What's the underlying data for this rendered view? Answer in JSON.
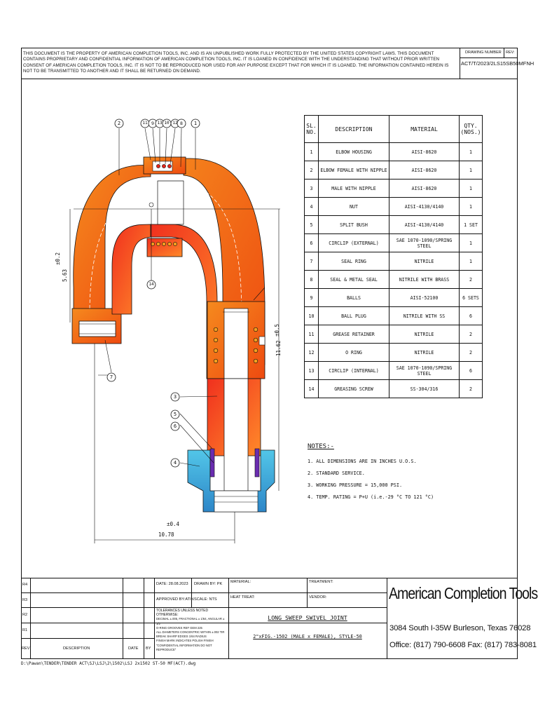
{
  "header": {
    "notice": "THIS DOCUMENT IS THE PROPERTY OF AMERICAN COMPLETION TOOLS, INC. AND IS AN UNPUBLISHED WORK FULLY PROTECTED BY THE UNITED STATES COPYRIGHT LAWS. THIS DOCUMENT CONTAINS PROPRIETARY AND CONFIDENTIAL INFORMATION OF AMERICAN COMPLETION TOOLS, INC. IT IS LOANED IN CONFIDENCE WITH THE UNDERSTANDING THAT WITHOUT PRIOR WRITTEN CONSENT OF AMERICAN COMPLETION TOOLS, INC. IT IS NOT TO BE REPRODUCED NOR USED FOR ANY PURPOSE EXCEPT THAT FOR WHICH IT IS LOANED. THE INFORMATION CONTAINED HEREIN IS NOT TO BE TRANSMITTED TO ANOTHER AND IT SHALL BE RETURNED ON DEMAND.",
    "drawing_number_label": "DRAWING NUMBER",
    "rev_label": "REV:",
    "drawing_number": "ACT/T/2023/2LS15SB50MFNH"
  },
  "balloons": [
    "2",
    "11",
    "9",
    "13",
    "10",
    "12",
    "8",
    "1",
    "14",
    "7",
    "3",
    "5",
    "6",
    "4"
  ],
  "dimensions": {
    "left_tol": "±0.2",
    "left_val": "5.63",
    "right_tol": "±0.5",
    "right_val": "11.62",
    "bottom_tol": "±0.4",
    "bottom_val": "10.78"
  },
  "parts_table": {
    "headers": [
      "SL. NO.",
      "DESCRIPTION",
      "MATERIAL",
      "QTY. (NOS.)"
    ],
    "rows": [
      [
        "1",
        "ELBOW HOUSING",
        "AISI-8620",
        "1"
      ],
      [
        "2",
        "ELBOW FEMALE WITH NIPPLE",
        "AISI-8620",
        "1"
      ],
      [
        "3",
        "MALE WITH NIPPLE",
        "AISI-8620",
        "1"
      ],
      [
        "4",
        "NUT",
        "AISI-4130/4140",
        "1"
      ],
      [
        "5",
        "SPLIT BUSH",
        "AISI-4130/4140",
        "1 SET"
      ],
      [
        "6",
        "CIRCLIP (EXTERNAL)",
        "SAE 1070-1090/SPRING STEEL",
        "1"
      ],
      [
        "7",
        "SEAL RING",
        "NITRILE",
        "1"
      ],
      [
        "8",
        "SEAL & METAL SEAL",
        "NITRILE WITH BRASS",
        "2"
      ],
      [
        "9",
        "BALLS",
        "AISI-52100",
        "6 SETS"
      ],
      [
        "10",
        "BALL PLUG",
        "NITRILE WITH SS",
        "6"
      ],
      [
        "11",
        "GREASE RETAINER",
        "NITRILE",
        "2"
      ],
      [
        "12",
        "O RING",
        "NITRILE",
        "2"
      ],
      [
        "13",
        "CIRCLIP (INTERNAL)",
        "SAE 1070-1090/SPRING STEEL",
        "6"
      ],
      [
        "14",
        "GREASING SCREW",
        "SS-304/316",
        "2"
      ]
    ]
  },
  "notes": {
    "title": "NOTES:-",
    "items": [
      "1. ALL DIMENSIONS ARE IN INCHES U.O.S.",
      "2. STANDARD SERVICE.",
      "3. WORKING PRESSURE = 15,000 PSI.",
      "4. TEMP. RATING = P+U (i.e.-29 °C TO 121 °C)"
    ]
  },
  "title_block": {
    "rev_rows": [
      "R4",
      "R3",
      "R2",
      "R1",
      "REV"
    ],
    "description_label": "DESCRIPTION",
    "date_label": "DATE",
    "by_label": "BY",
    "date": "DATE: 28.08.2023",
    "drawn_by": "DRAWN BY: PK",
    "approved_by": "APPROVED BY:ATIN",
    "scale": "SCALE: NTS",
    "tolerances": [
      "TOLERANCES UNLESS NOTED OTHERWISE:",
      "DECIMAL ±.005, FRACTIONAL ± 1/64, ANGULAR ± 1/2",
      "O-RING GROOVES REF GEM 225",
      "ALL DIAMETERS CONCENTRIC WITHIN ±.002 TIR",
      "BREAK SHARP EDGES 1/64 RADIUS",
      "FINISH MARK INDICATES POLISH FINISH",
      "\"CONFIDENTIAL INFORMATION DO NOT REPRODUCE\""
    ],
    "material_label": "MATERIAL:",
    "treatment_label": "TREATMENT:",
    "heat_treat_label": "HEAT TREAT:",
    "vendor_label": "VENDOR:",
    "title": "LONG SWEEP SWIVEL JOINT",
    "subtitle": "2\"xFIG.-1502 (MALE x FEMALE), STYLE-50"
  },
  "company": {
    "name": "American Completion Tools, Inc.",
    "address": "3084 South I-35W     Burleson, Texas 76028",
    "phones": "Office: (817) 790-6608    Fax: (817) 783-8081"
  },
  "file_path": "D:\\Pawan\\TENDER\\TENDER ACT\\SJ\\LSJ\\2\\1502\\LSJ 2x1502 ST-50 MF(ACT).dwg",
  "colors": {
    "elbow_outer": "#f06a10",
    "elbow_inner": "#e8201a",
    "nut": "#3aa6d8",
    "seal": "#6a2cb0",
    "line": "#111111"
  }
}
